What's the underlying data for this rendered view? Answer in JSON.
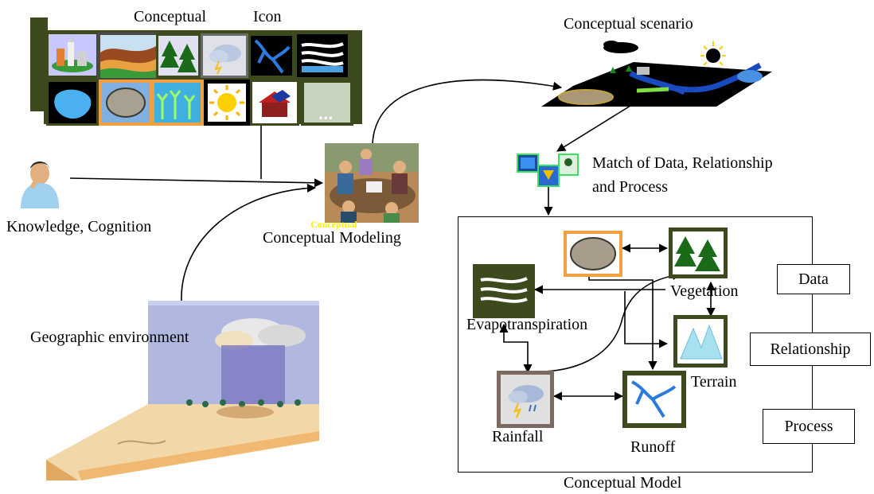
{
  "labels": {
    "conceptual": "Conceptual",
    "icon": "Icon",
    "conceptual_scenario": "Conceptual scenario",
    "match": "Match of Data, Relationship",
    "and_process": "and Process",
    "knowledge": "Knowledge, Cognition",
    "modeling": "Conceptual Modeling",
    "modeling_overlay": "Conceptual",
    "geographic": "Geographic environment",
    "evapotranspiration": "Evapotranspiration",
    "vegetation": "Vegetation",
    "terrain": "Terrain",
    "rainfall": "Rainfall",
    "runoff": "Runoff",
    "model_caption": "Conceptual Model"
  },
  "legend": {
    "data": "Data",
    "relationship": "Relationship",
    "process": "Process"
  },
  "icon_tiles": {
    "ellipsis": "..."
  },
  "colors": {
    "frame_dark": "#3c4a1e",
    "frame_orange": "#f0a040",
    "frame_gray": "#7a6a60",
    "sky_blue": "#1a74d8",
    "water": "#0a4fb0",
    "yellow": "#ffee00"
  }
}
